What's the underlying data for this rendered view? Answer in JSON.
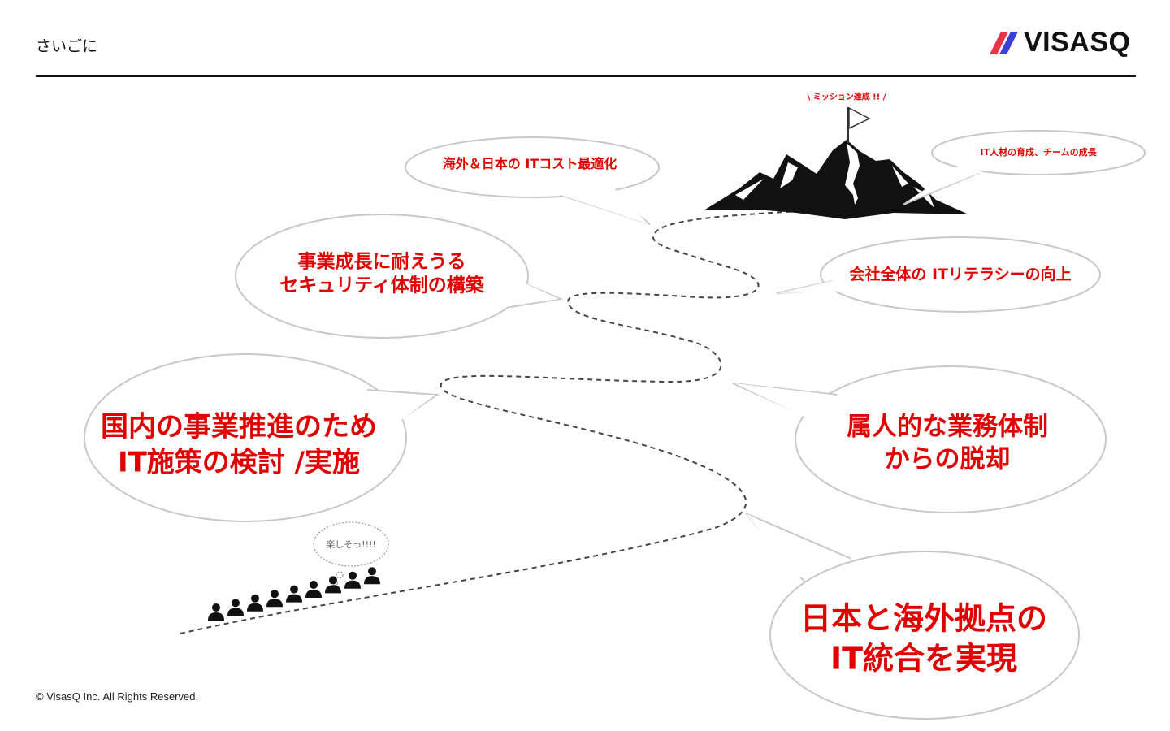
{
  "header": {
    "title": "さいごに",
    "logo_text": "VISASQ",
    "logo_icon": "visasq-slash-logo"
  },
  "mission_label": "\\ ミッション達成 !! /",
  "thought": "楽しそっ!!!!",
  "bubbles": [
    {
      "id": "b1",
      "lines": [
        "日本と海外拠点の",
        "IT統合を実現"
      ]
    },
    {
      "id": "b2",
      "lines": [
        "国内の事業推進のため",
        "IT施策の検討 /実施"
      ]
    },
    {
      "id": "b3",
      "lines": [
        "属人的な業務体制",
        "からの脱却"
      ]
    },
    {
      "id": "b4",
      "lines": [
        "事業成長に耐えうる",
        "セキュリティ体制の構築"
      ]
    },
    {
      "id": "b5",
      "lines": [
        "会社全体の ITリテラシーの向上"
      ]
    },
    {
      "id": "b6",
      "lines": [
        "海外＆日本の ITコスト最適化"
      ]
    },
    {
      "id": "b7",
      "lines": [
        "IT人材の育成、チームの成長"
      ]
    }
  ],
  "people_count": 9,
  "footer": {
    "copyright": "© VisasQ Inc. All Rights Reserved."
  },
  "colors": {
    "accent": "#e00000",
    "outline": "#c8c8c8",
    "ink": "#111111"
  },
  "icons": [
    "person-icon",
    "mountain-icon",
    "flag-icon"
  ]
}
